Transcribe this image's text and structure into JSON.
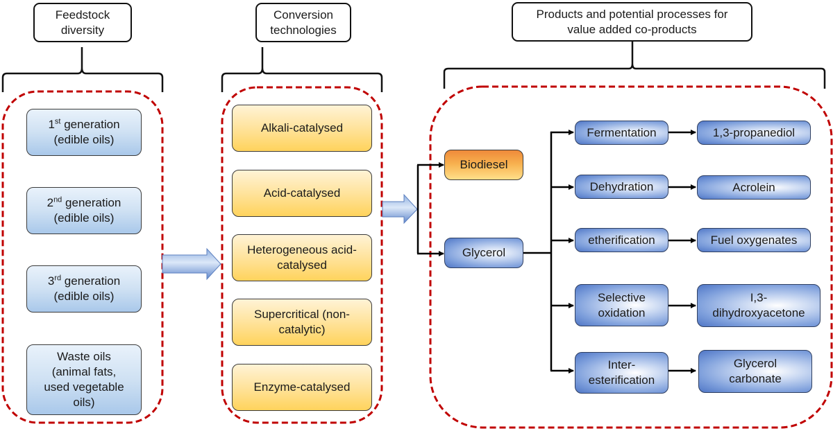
{
  "headers": {
    "feedstock": [
      "Feedstock",
      "diversity"
    ],
    "conversion": [
      "Conversion",
      "technologies"
    ],
    "products": [
      "Products and potential processes for",
      "value added co-products"
    ]
  },
  "feedstocks": [
    {
      "num": "1",
      "sup": "st",
      "line1": " generation",
      "line2": "(edible oils)"
    },
    {
      "num": "2",
      "sup": "nd",
      "line1": " generation",
      "line2": "(edible oils)"
    },
    {
      "num": "3",
      "sup": "rd",
      "line1": " generation",
      "line2": "(edible oils)"
    },
    {
      "lines": [
        "Waste oils",
        "(animal fats,",
        "used vegetable",
        "oils)"
      ]
    }
  ],
  "conversions": [
    [
      "Alkali-catalysed"
    ],
    [
      "Acid-catalysed"
    ],
    [
      "Heterogeneous acid-",
      "catalysed"
    ],
    [
      "Supercritical (non-",
      "catalytic)"
    ],
    [
      "Enzyme-catalysed"
    ]
  ],
  "products": {
    "biodiesel": "Biodiesel",
    "glycerol": "Glycerol"
  },
  "processes": [
    {
      "process": [
        "Fermentation"
      ],
      "product": [
        "1,3-propanediol"
      ]
    },
    {
      "process": [
        "Dehydration"
      ],
      "product": [
        "Acrolein"
      ]
    },
    {
      "process": [
        "etherification"
      ],
      "product": [
        "Fuel oxygenates"
      ]
    },
    {
      "process": [
        "Selective",
        "oxidation"
      ],
      "product": [
        "I,3-",
        "dihydroxyacetone"
      ]
    },
    {
      "process": [
        "Inter-",
        "esterification"
      ],
      "product": [
        "Glycerol",
        "carbonate"
      ]
    }
  ],
  "colors": {
    "dashed_border": "#c00000",
    "feedstock_fill": "#cfe1f3",
    "conversion_fill": "#ffe39c",
    "biodiesel_fill": "#f7b04e",
    "glycerol_fill": "#7fa0dc"
  }
}
